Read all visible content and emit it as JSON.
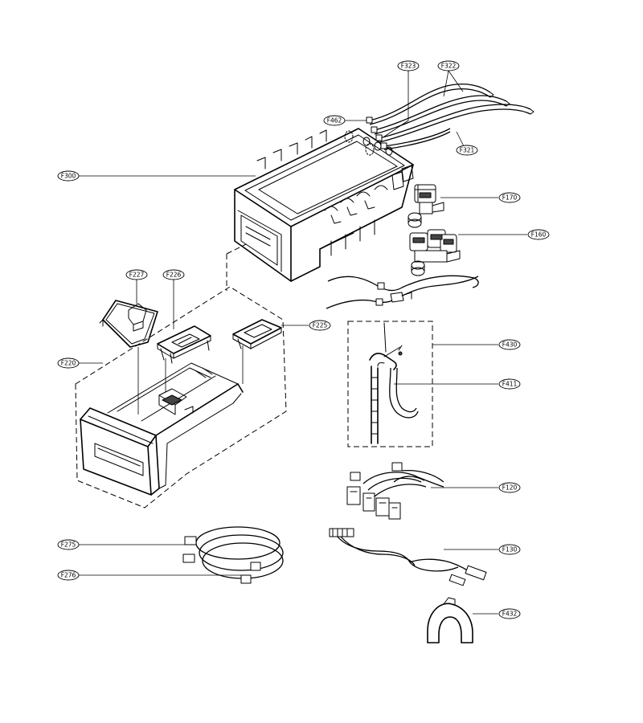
{
  "callouts": [
    {
      "id": "F323"
    },
    {
      "id": "F322"
    },
    {
      "id": "F462"
    },
    {
      "id": "F321"
    },
    {
      "id": "F300"
    },
    {
      "id": "F170"
    },
    {
      "id": "F160"
    },
    {
      "id": "F227"
    },
    {
      "id": "F226"
    },
    {
      "id": "F225"
    },
    {
      "id": "F220"
    },
    {
      "id": "F430"
    },
    {
      "id": "F411"
    },
    {
      "id": "F120"
    },
    {
      "id": "F275"
    },
    {
      "id": "F130"
    },
    {
      "id": "F276"
    },
    {
      "id": "F432"
    }
  ]
}
